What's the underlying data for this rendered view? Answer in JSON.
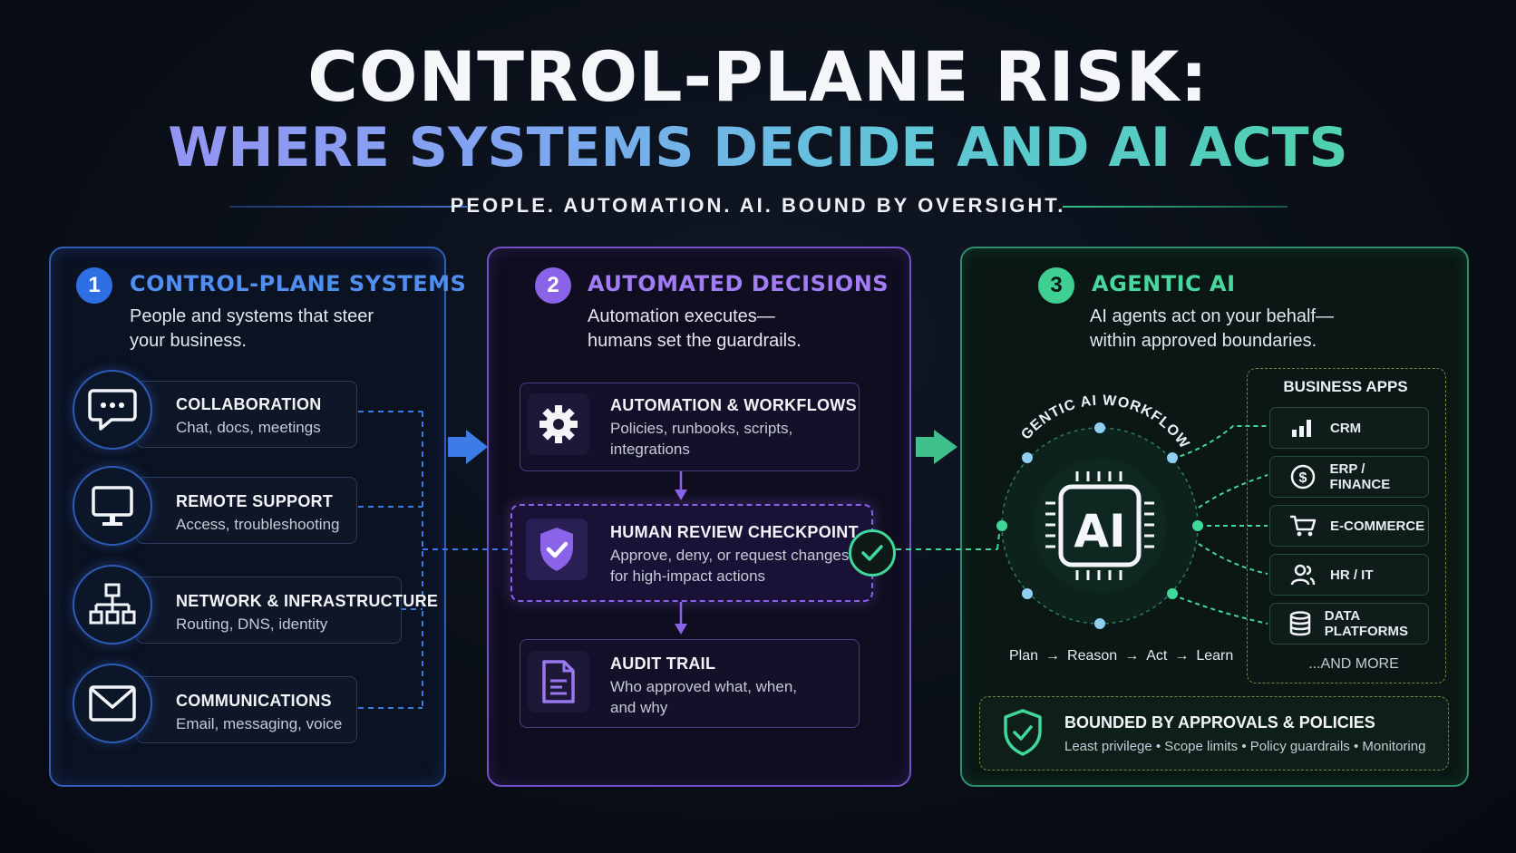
{
  "header": {
    "title_line1": "CONTROL-PLANE RISK:",
    "title_line2": "WHERE SYSTEMS DECIDE AND AI ACTS",
    "tagline": "PEOPLE. AUTOMATION. AI.  BOUND BY OVERSIGHT."
  },
  "column1": {
    "number": "1",
    "title": "CONTROL-PLANE SYSTEMS",
    "subtitle_l1": "People and systems that steer",
    "subtitle_l2": "your business.",
    "items": [
      {
        "title": "COLLABORATION",
        "desc": "Chat, docs, meetings",
        "icon": "chat-bubble-icon"
      },
      {
        "title": "REMOTE SUPPORT",
        "desc": "Access, troubleshooting",
        "icon": "monitor-icon"
      },
      {
        "title": "NETWORK & INFRASTRUCTURE",
        "desc": "Routing, DNS, identity",
        "icon": "network-icon"
      },
      {
        "title": "COMMUNICATIONS",
        "desc": "Email, messaging, voice",
        "icon": "envelope-icon"
      }
    ]
  },
  "column2": {
    "number": "2",
    "title": "AUTOMATED DECISIONS",
    "subtitle_l1": "Automation executes—",
    "subtitle_l2": "humans set the guardrails.",
    "items": [
      {
        "title": "AUTOMATION & WORKFLOWS",
        "desc_l1": "Policies, runbooks, scripts,",
        "desc_l2": "integrations",
        "icon": "gear-icon"
      },
      {
        "title": "HUMAN REVIEW CHECKPOINT",
        "desc_l1": "Approve, deny, or request changes",
        "desc_l2": "for high-impact actions",
        "icon": "shield-check-icon"
      },
      {
        "title": "AUDIT TRAIL",
        "desc_l1": "Who approved what, when,",
        "desc_l2": "and why",
        "icon": "document-icon"
      }
    ]
  },
  "column3": {
    "number": "3",
    "title": "AGENTIC AI",
    "subtitle_l1": "AI agents act on your behalf—",
    "subtitle_l2": "within approved boundaries.",
    "workflow_label": "AGENTIC AI WORKFLOW",
    "chip_label": "AI",
    "steps": [
      "Plan",
      "Reason",
      "Act",
      "Learn"
    ],
    "apps_title": "BUSINESS APPS",
    "apps": [
      {
        "label": "CRM",
        "icon": "bar-chart-icon"
      },
      {
        "label": "ERP / FINANCE",
        "icon": "dollar-icon"
      },
      {
        "label": "E-COMMERCE",
        "icon": "cart-icon"
      },
      {
        "label": "HR / IT",
        "icon": "users-icon"
      },
      {
        "label": "DATA PLATFORMS",
        "icon": "database-icon"
      }
    ],
    "apps_more": "...AND MORE",
    "bounded_title": "BOUNDED BY APPROVALS & POLICIES",
    "bounded_desc": "Least privilege • Scope limits • Policy guardrails • Monitoring"
  },
  "colors": {
    "blue": "#3a7cf0",
    "purple": "#8a63e8",
    "green": "#3fd89a",
    "background": "#0a0f18"
  }
}
